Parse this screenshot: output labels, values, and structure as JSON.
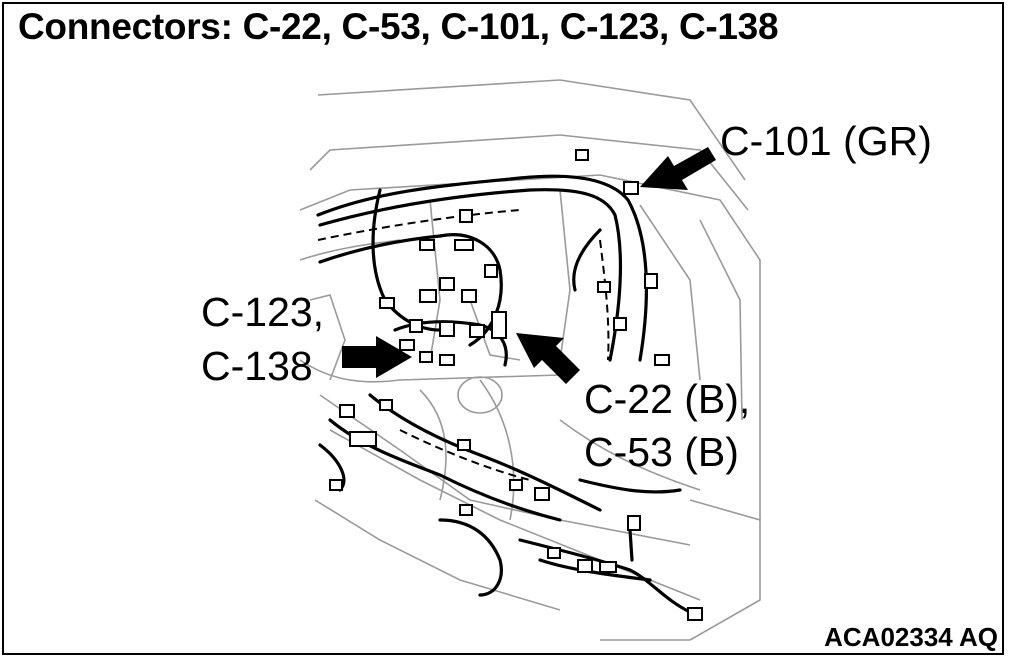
{
  "title": "Connectors: C-22, C-53, C-101, C-123, C-138",
  "callouts": {
    "c101": "C-101 (GR)",
    "c123": "C-123,",
    "c138": "C-138",
    "c22": "C-22 (B),",
    "c53": "C-53 (B)"
  },
  "figure_id": "ACA02334 AQ",
  "colors": {
    "ink": "#000000",
    "line": "#9a9a9a",
    "background": "#ffffff"
  }
}
